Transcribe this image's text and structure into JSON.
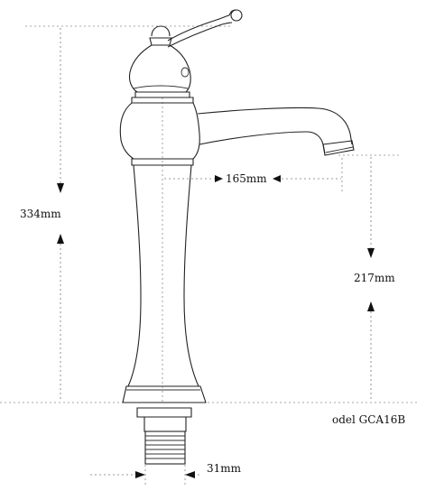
{
  "diagram": {
    "height_total": "334mm",
    "spout_reach": "165mm",
    "spout_height": "217mm",
    "thread_diameter": "31mm",
    "model_label": "odel GCA16B"
  }
}
